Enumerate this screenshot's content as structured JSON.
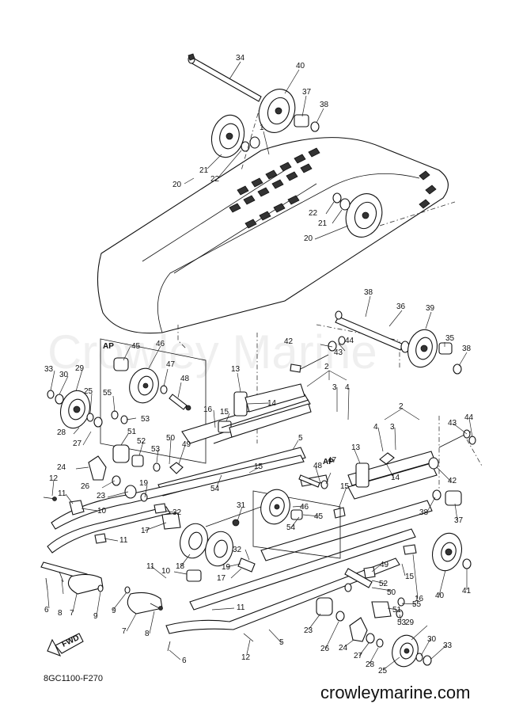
{
  "watermark": "Crowley Marine",
  "diagram_code": "8GC1100-F270",
  "site": "crowleymarine.com",
  "fwd_label": "FWD",
  "ap_labels": [
    "AP",
    "AP"
  ],
  "callouts": [
    "34",
    "40",
    "37",
    "38",
    "1",
    "21",
    "22",
    "20",
    "22",
    "21",
    "20",
    "38",
    "36",
    "39",
    "42",
    "44",
    "43",
    "35",
    "38",
    "45",
    "46",
    "47",
    "48",
    "33",
    "30",
    "29",
    "25",
    "55",
    "53",
    "28",
    "27",
    "13",
    "16",
    "15",
    "14",
    "2",
    "3",
    "4",
    "5",
    "51",
    "52",
    "50",
    "53",
    "49",
    "24",
    "26",
    "12",
    "11",
    "10",
    "23",
    "19",
    "17",
    "11",
    "32",
    "31",
    "15",
    "54",
    "2",
    "4",
    "3",
    "43",
    "44",
    "13",
    "48",
    "47",
    "14",
    "15",
    "42",
    "38",
    "37",
    "46",
    "54",
    "45",
    "18",
    "32",
    "19",
    "17",
    "11",
    "10",
    "6",
    "8",
    "7",
    "9",
    "9",
    "8",
    "7",
    "11",
    "6",
    "12",
    "5",
    "49",
    "15",
    "16",
    "50",
    "52",
    "51",
    "53",
    "55",
    "23",
    "26",
    "24",
    "27",
    "28",
    "25",
    "29",
    "30",
    "33",
    "40",
    "41"
  ]
}
